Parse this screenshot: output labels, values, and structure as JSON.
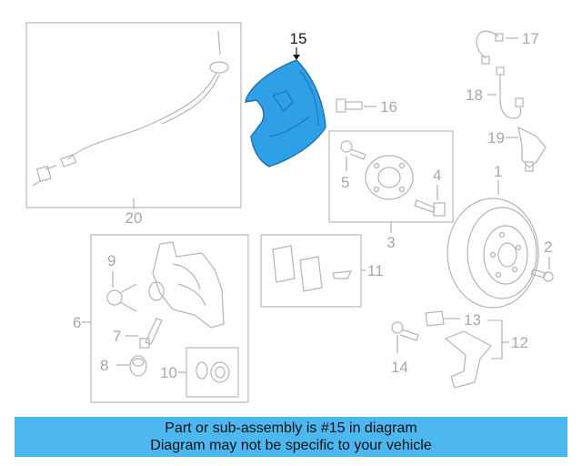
{
  "callouts": {
    "c1": "1",
    "c2": "2",
    "c3": "3",
    "c4": "4",
    "c5": "5",
    "c6": "6",
    "c7": "7",
    "c8": "8",
    "c9": "9",
    "c10": "10",
    "c11": "11",
    "c12": "12",
    "c13": "13",
    "c14": "14",
    "c15": "15",
    "c16": "16",
    "c17": "17",
    "c18": "18",
    "c19": "19",
    "c20": "20"
  },
  "highlight": {
    "part_number": "15",
    "color": "#2f9fe6"
  },
  "banner": {
    "line1": "Part or sub-assembly is #15 in diagram",
    "line2": "Diagram may not be specific to your vehicle",
    "color": "#4db8ef"
  }
}
